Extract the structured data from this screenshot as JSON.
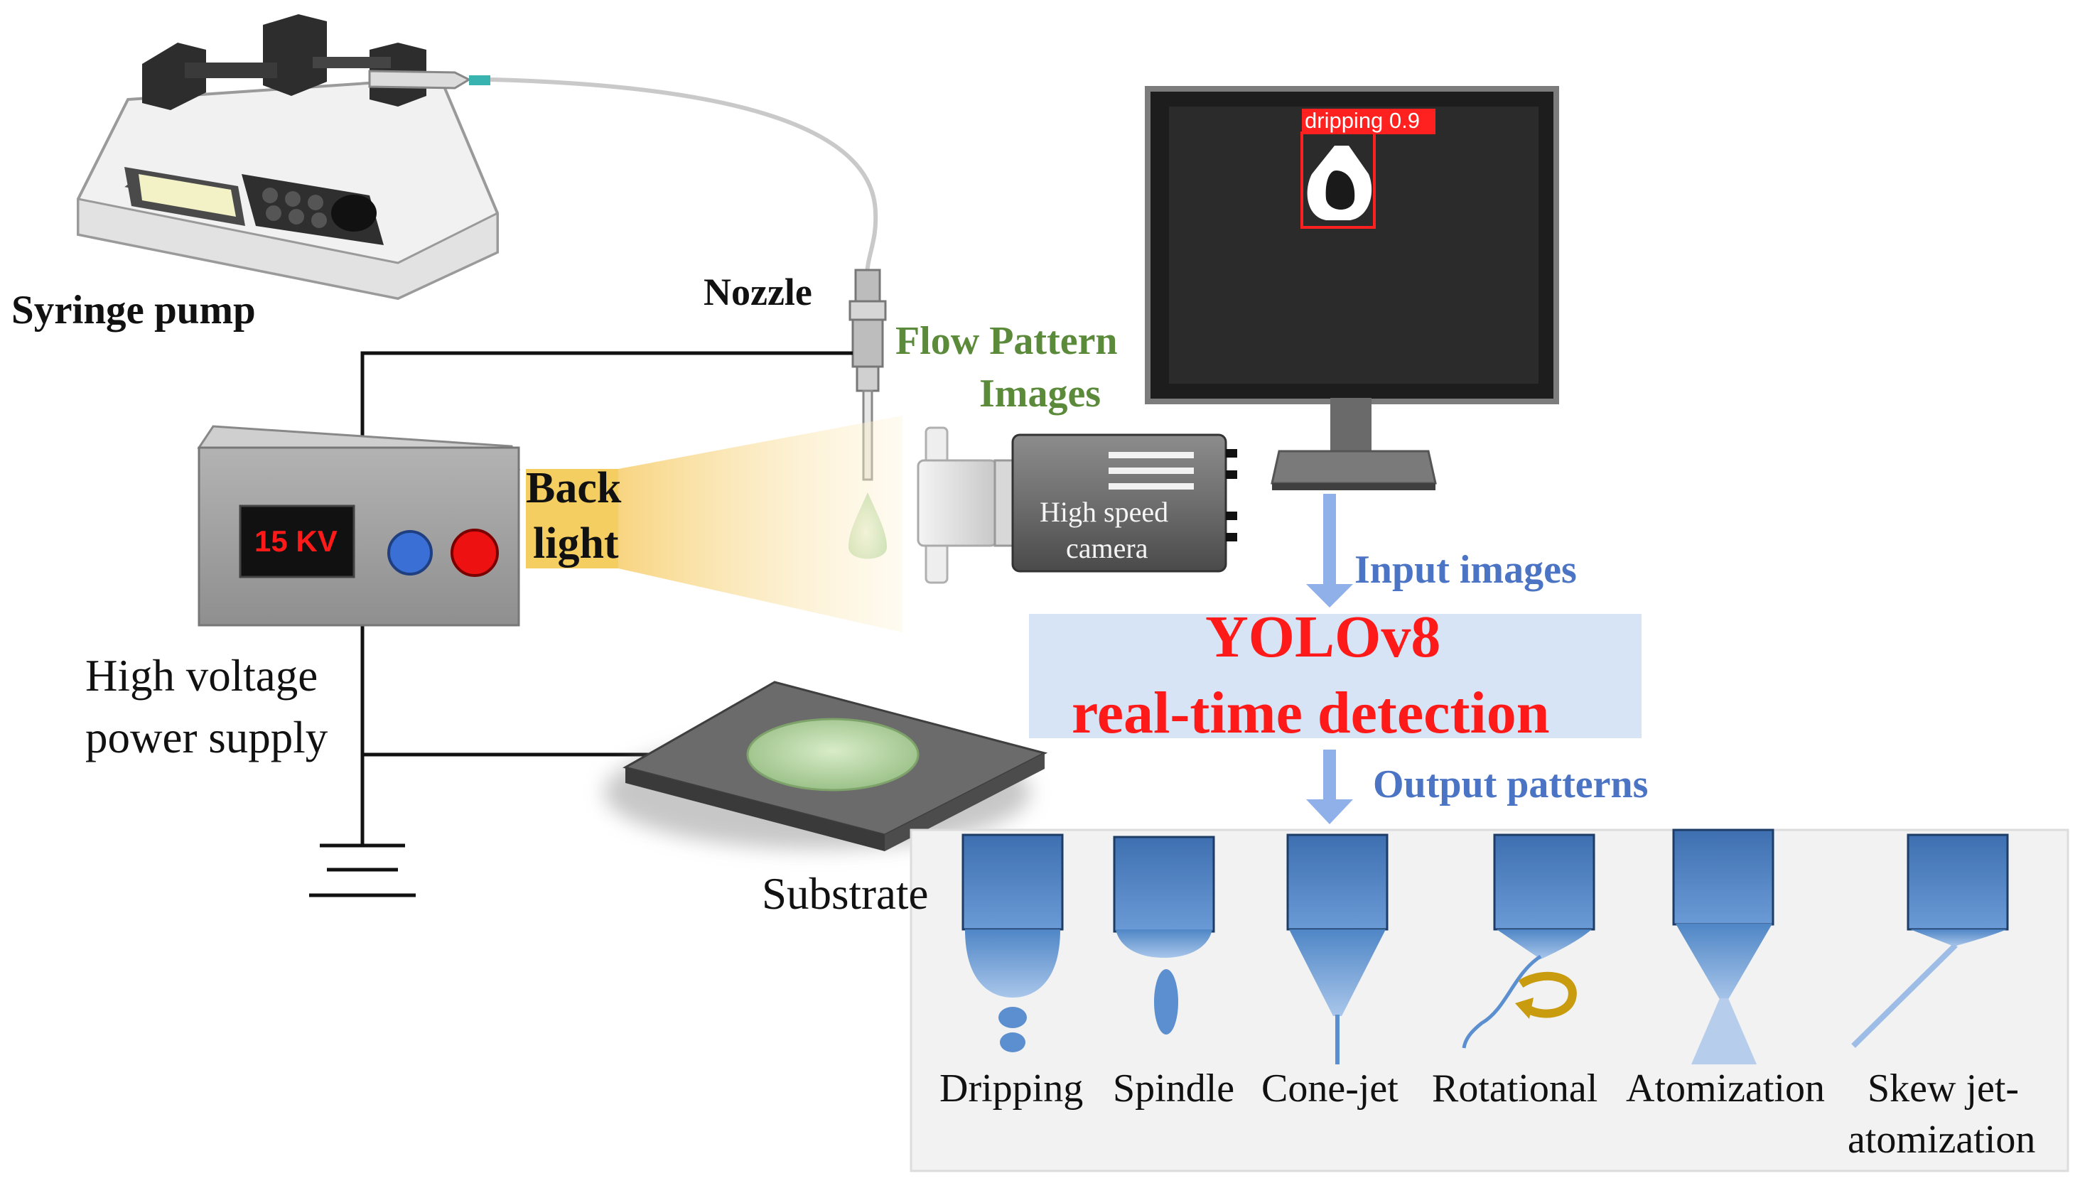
{
  "labels": {
    "syringe_pump": "Syringe pump",
    "nozzle": "Nozzle",
    "flow_pattern_line1": "Flow Pattern",
    "flow_pattern_line2": "Images",
    "back_line1": "Back",
    "back_line2": "light",
    "high_speed_line1": "High speed",
    "high_speed_line2": "camera",
    "voltage_display": "15 KV",
    "hv_line1": "High voltage",
    "hv_line2": "power supply",
    "substrate": "Substrate",
    "detection_box": "dripping 0.9",
    "input_images": "Input images",
    "yolo_line1": "YOLOv8",
    "yolo_line2": "real-time detection",
    "output_patterns": "Output patterns"
  },
  "patterns": [
    {
      "name": "Dripping"
    },
    {
      "name": "Spindle"
    },
    {
      "name": "Cone-jet"
    },
    {
      "name": "Rotational"
    },
    {
      "name": "Atomization"
    },
    {
      "name": "Skew jet-",
      "name2": "atomization"
    }
  ],
  "colors": {
    "flow_label": "#5a8a3a",
    "yolo_text": "#ff1a1a",
    "arrow_blue": "#4b74c4",
    "detect_red": "#ff2020",
    "nozzle_blue": "#4f86c6"
  },
  "icons": [
    "syringe-pump-icon",
    "nozzle-icon",
    "monitor-icon",
    "camera-icon",
    "power-supply-icon",
    "ground-icon",
    "substrate-icon"
  ]
}
